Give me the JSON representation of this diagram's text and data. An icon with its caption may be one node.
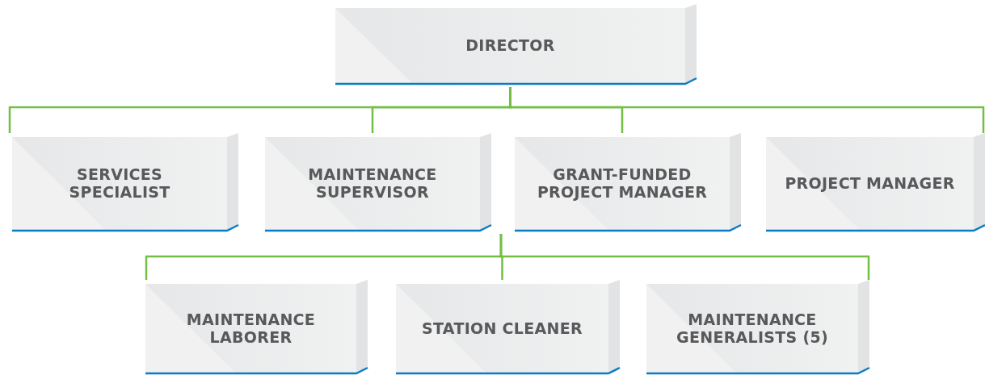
{
  "diagram": {
    "nodes": [
      {
        "text": [
          "DIRECTOR"
        ]
      },
      {
        "text": [
          "SERVICES SPECIALIST"
        ]
      },
      {
        "text": [
          "MAINTENANCE SUPERVISOR"
        ]
      },
      {
        "text": [
          "GRANT-FUNDED PROJECT MANAGER"
        ]
      },
      {
        "text": [
          "PROJECT MANAGER"
        ]
      },
      {
        "text": [
          "MAINTENANCE LABORER"
        ]
      },
      {
        "text": [
          "STATION CLEANER"
        ]
      },
      {
        "text": [
          "MAINTENANCE GENERALISTS (5)"
        ]
      }
    ],
    "edges": [
      {
        "from": 0,
        "to": 1,
        "arrow": "none"
      },
      {
        "from": 0,
        "to": 2,
        "arrow": "none"
      },
      {
        "from": 0,
        "to": 3,
        "arrow": "none"
      },
      {
        "from": 0,
        "to": 4,
        "arrow": "none"
      },
      {
        "from": 2,
        "to": 5,
        "arrow": "none"
      },
      {
        "from": 2,
        "to": 6,
        "arrow": "none"
      },
      {
        "from": 2,
        "to": 7,
        "arrow": "none"
      }
    ]
  }
}
